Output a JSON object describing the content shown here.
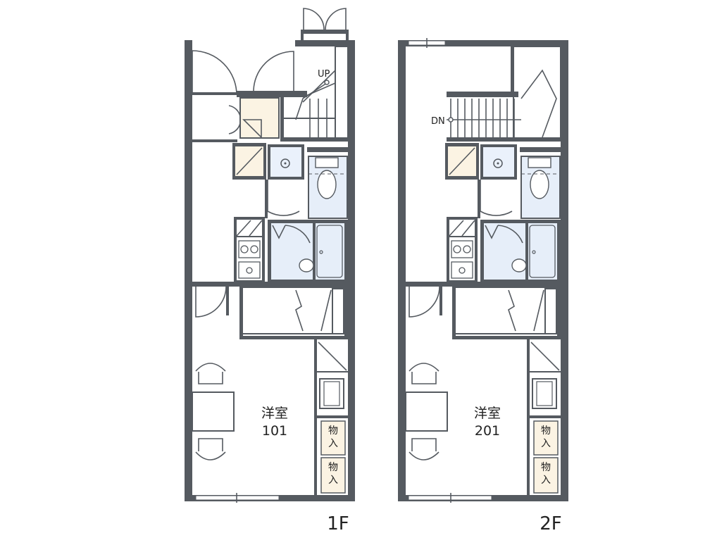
{
  "floors": [
    {
      "level_label": "1F",
      "room_type": "洋室",
      "room_number": "101",
      "stair_label": "UP",
      "storage_labels": [
        "物入",
        "物入"
      ]
    },
    {
      "level_label": "2F",
      "room_type": "洋室",
      "room_number": "201",
      "stair_label": "DN",
      "storage_labels": [
        "物入",
        "物入"
      ]
    }
  ],
  "colors": {
    "wall": "#555a60",
    "wet_area": "#e6eef9",
    "storage": "#fbf3e3"
  }
}
